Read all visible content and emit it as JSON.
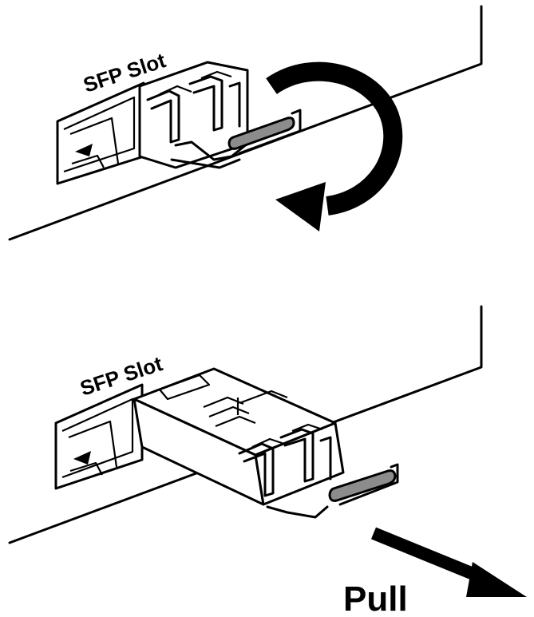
{
  "panels": [
    {
      "slot_label": "SFP Slot",
      "action": "rotate-bail-latch",
      "action_icon": "rotate-arrow-icon"
    },
    {
      "slot_label": "SFP Slot",
      "action": "pull-module",
      "action_label": "Pull",
      "action_icon": "pull-arrow-icon"
    }
  ],
  "colors": {
    "line": "#000000",
    "background": "#ffffff",
    "bail_latch": "#8c8c8c"
  }
}
